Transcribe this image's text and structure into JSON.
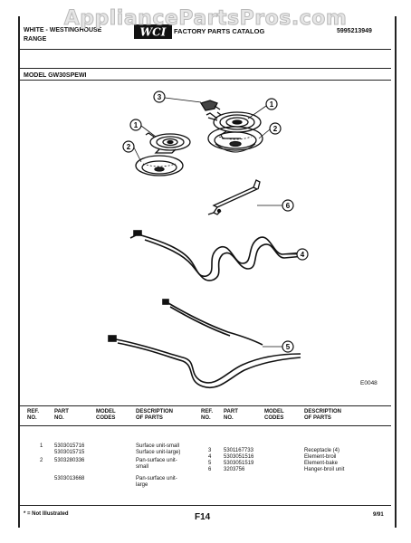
{
  "watermark": "AppliancePartsPros.com",
  "header": {
    "brand_line1": "WHITE - WESTINGHOUSE",
    "brand_line2": "RANGE",
    "logo_text": "WCI",
    "catalog_title": "FACTORY PARTS CATALOG",
    "catalog_number": "5995213949"
  },
  "model_label": "MODEL GW30SPEWI",
  "diagram": {
    "callouts": [
      "1",
      "1",
      "2",
      "2",
      "3",
      "4",
      "5",
      "6"
    ],
    "code": "E0048"
  },
  "table": {
    "left_headers": {
      "ref": "REF.\nNO.",
      "part": "PART\nNO.",
      "model": "MODEL\nCODES",
      "desc": "DESCRIPTION\nOF PARTS"
    },
    "right_headers": {
      "ref": "REF.\nNO.",
      "part": "PART\nNO.",
      "model": "MODEL\nCODES",
      "desc": "DESCRIPTION\nOF PARTS"
    },
    "left_rows": [
      {
        "ref": "1",
        "part": "5303015716",
        "desc": "Surface unit-small"
      },
      {
        "ref": "",
        "part": "5303015715",
        "desc": "Surface unit-large)"
      },
      {
        "ref": "2",
        "part": "5303280336",
        "desc": "Pan-surface unit-\nsmall"
      },
      {
        "ref": "",
        "part": "5303013668",
        "desc": "Pan-surface unit-\nlarge"
      }
    ],
    "right_rows": [
      {
        "ref": "3",
        "part": "5301167733",
        "desc": "Receptacle (4)"
      },
      {
        "ref": "4",
        "part": "5303051516",
        "desc": "Element-broil"
      },
      {
        "ref": "5",
        "part": "5303051519",
        "desc": "Element-bake"
      },
      {
        "ref": "6",
        "part": "3203756",
        "desc": "Hanger-broil unit"
      }
    ]
  },
  "footer": {
    "note": "* = Not Illustrated",
    "page": "F14",
    "date": "9/91"
  }
}
